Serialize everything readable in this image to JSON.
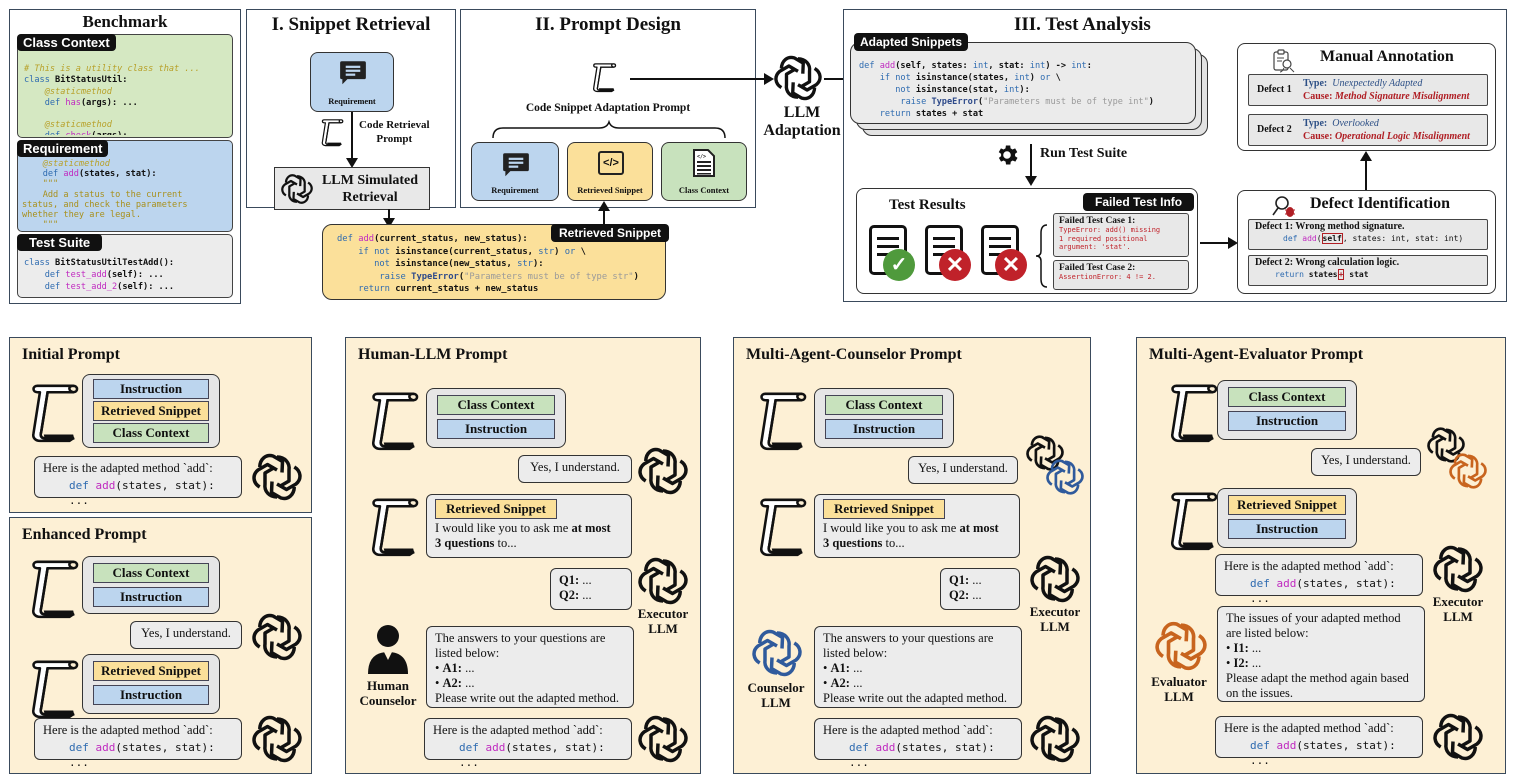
{
  "benchmark": {
    "title": "Benchmark",
    "class_context": {
      "tag": "Class Context",
      "lines": [
        "# This is a utility class that ...",
        "class BitStatusUtil:",
        "    @staticmethod",
        "    def has(args): ...",
        "",
        "    @staticmethod",
        "    def check(args): ..."
      ]
    },
    "requirement": {
      "tag": "Requirement",
      "lines": [
        "    @staticmethod",
        "    def add(states, stat):",
        "    \"\"\"",
        "    Add a status to the current",
        "status, and check the parameters",
        "whether they are legal.",
        "    \"\"\""
      ]
    },
    "test_suite": {
      "tag": "Test Suite",
      "lines": [
        "class BitStatusUtilTestAdd():",
        "    def test_add(self): ...",
        "    def test_add_2(self): ..."
      ]
    }
  },
  "snippet_retrieval": {
    "title": "I. Snippet Retrieval",
    "requirement_label": "Requirement",
    "prompt_label_line1": "Code Retrieval",
    "prompt_label_line2": "Prompt",
    "llm_line1": "LLM Simulated",
    "llm_line2": "Retrieval"
  },
  "retrieved_snippet": {
    "tag": "Retrieved Snippet",
    "lines": [
      "def add(current_status, new_status):",
      "    if not isinstance(current_status, str) or \\",
      "       not isinstance(new_status, str):",
      "        raise TypeError(\"Parameters must be of type str\")",
      "    return current_status + new_status"
    ]
  },
  "prompt_design": {
    "title": "II. Prompt Design",
    "prompt_label": "Code Snippet Adaptation Prompt",
    "cards": [
      "Requirement",
      "Retrieved Snippet",
      "Class Context"
    ]
  },
  "llm_adaptation": {
    "line1": "LLM",
    "line2": "Adaptation"
  },
  "test_analysis": {
    "title": "III. Test Analysis",
    "adapted": {
      "tag": "Adapted Snippets",
      "lines": [
        "def add(self, states: int, stat: int) -> int:",
        "    if not isinstance(states, int) or \\",
        "       not isinstance(stat, int):",
        "        raise TypeError(\"Parameters must be of type int\")",
        "    return states + stat"
      ]
    },
    "run_label": "Run Test Suite",
    "test_results": {
      "title": "Test Results",
      "results": [
        "pass",
        "fail",
        "fail"
      ],
      "info_tag": "Failed Test Info",
      "cases": [
        {
          "title": "Failed Test Case 1:",
          "error": "TypeError: add() missing\n1 required positional\nargument: 'stat'."
        },
        {
          "title": "Failed Test Case 2:",
          "error": "AssertionError: 4 != 2."
        }
      ]
    },
    "manual_annotation": {
      "title": "Manual Annotation",
      "defects": [
        {
          "name": "Defect 1",
          "type_label": "Type:",
          "type": "Unexpectedly Adapted",
          "cause_label": "Cause:",
          "cause": "Method Signature Misalignment"
        },
        {
          "name": "Defect 2",
          "type_label": "Type:",
          "type": "Overlooked",
          "cause_label": "Cause:",
          "cause": "Operational Logic Misalignment"
        }
      ]
    },
    "defect_identification": {
      "title": "Defect Identification",
      "items": [
        {
          "title": "Defect 1: Wrong method signature.",
          "code_pre": "def ",
          "code_fn": "add",
          "code_open": "(",
          "code_hl": "self",
          "code_post": ", states: int, stat: int)"
        },
        {
          "title": "Defect 2: Wrong calculation logic.",
          "code_pre": "return states",
          "code_hl": "+",
          "code_post": "stat"
        }
      ]
    }
  },
  "prompts": {
    "common": {
      "instruction": "Instruction",
      "retrieved_snippet": "Retrieved Snippet",
      "class_context": "Class Context",
      "understand": "Yes, I understand.",
      "adapted_intro": "Here is the adapted method `add`:",
      "adapted_code_kw": "def",
      "adapted_code_fn": "add",
      "adapted_code_rest": "(states, stat): ...",
      "ask_line1_pre": "I would like you to ask me ",
      "ask_line1_bold": "at most",
      "ask_line2_bold": "3 questions",
      "ask_line2_post": " to...",
      "q1": "Q1:",
      "q2": "Q2:",
      "ellipsis": " ...",
      "answers_line1": "The answers to your questions are",
      "answers_line2": "listed below:",
      "a1": "A1:",
      "a2": "A2:",
      "answers_last": "Please write out the adapted method.",
      "executor_line1": "Executor",
      "executor_line2": "LLM"
    },
    "initial": {
      "title": "Initial Prompt"
    },
    "enhanced": {
      "title": "Enhanced Prompt"
    },
    "human_llm": {
      "title": "Human-LLM Prompt",
      "counselor_line1": "Human",
      "counselor_line2": "Counselor"
    },
    "counselor": {
      "title": "Multi-Agent-Counselor Prompt",
      "counselor_line1": "Counselor",
      "counselor_line2": "LLM"
    },
    "evaluator": {
      "title": "Multi-Agent-Evaluator Prompt",
      "evaluator_line1": "Evaluator",
      "evaluator_line2": "LLM",
      "issues_line1": "The issues of your adapted method",
      "issues_line2": "are listed below:",
      "i1": "I1:",
      "i2": "I2:",
      "issues_line3": "Please adapt the method again based",
      "issues_line4": "on the issues."
    }
  },
  "colors": {
    "requirement_blue": "#bcd5ee",
    "snippet_yellow": "#fbe09a",
    "context_green": "#c8e2bd",
    "panel_cream": "#fdf0d5",
    "counselor_blue": "#2f5a9c",
    "evaluator_orange": "#c8641e",
    "pass_green": "#4f9a3c",
    "fail_red": "#c0222a",
    "type_blue": "#2c4f86",
    "cause_red": "#b01e24"
  }
}
